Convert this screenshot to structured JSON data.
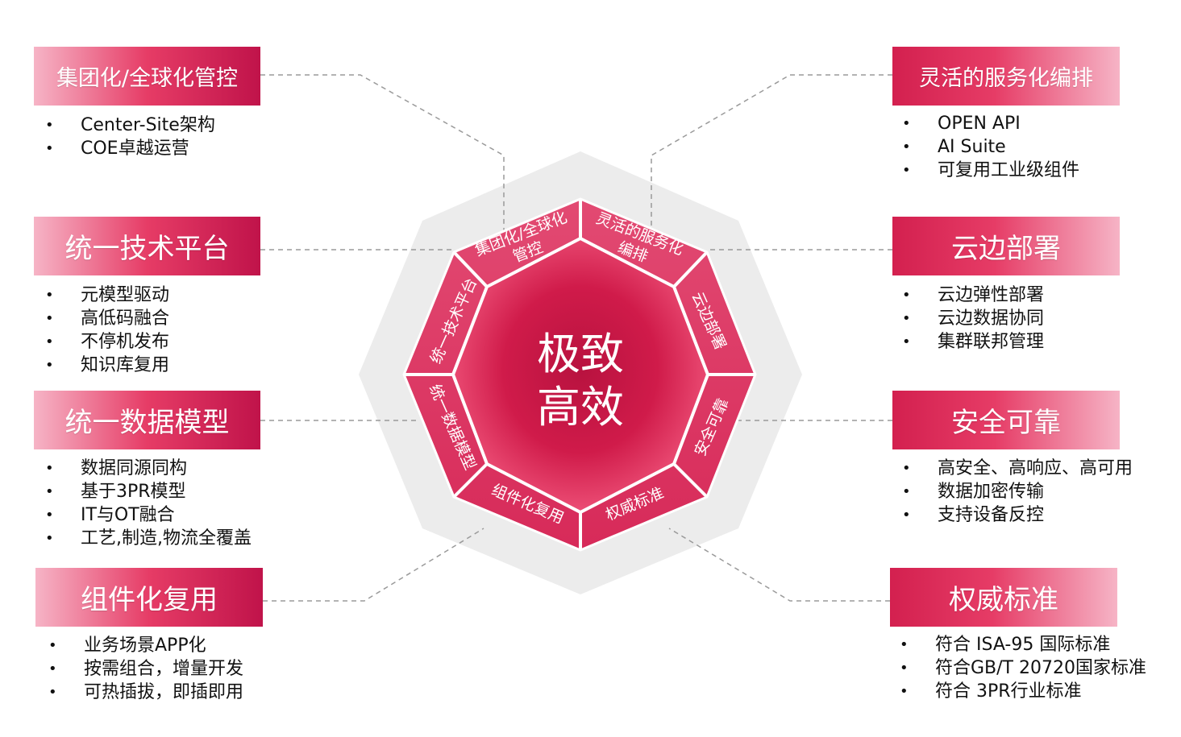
{
  "center": {
    "line1": "极致",
    "line2": "高效"
  },
  "ring_labels": {
    "top_left": [
      "集团化/全球化",
      "管控"
    ],
    "top_right": [
      "灵活的服务化",
      "编排"
    ],
    "right_upper": "云边部署",
    "right_lower": "安全可靠",
    "bottom_right": "权威标准",
    "bottom_left": "组件化复用",
    "left_lower": "统一数据模型",
    "left_upper": "统一技术平台"
  },
  "left_boxes": [
    {
      "title": "集团化/全球化管控",
      "items": [
        "Center-Site架构",
        "COE卓越运营"
      ]
    },
    {
      "title": "统一技术平台",
      "items": [
        "元模型驱动",
        "高低码融合",
        "不停机发布",
        "知识库复用"
      ]
    },
    {
      "title": "统一数据模型",
      "items": [
        "数据同源同构",
        "基于3PR模型",
        "IT与OT融合",
        "工艺,制造,物流全覆盖"
      ]
    },
    {
      "title": "组件化复用",
      "items": [
        "业务场景APP化",
        "按需组合，增量开发",
        "可热插拔，即插即用"
      ]
    }
  ],
  "right_boxes": [
    {
      "title": "灵活的服务化编排",
      "items": [
        "OPEN API",
        "AI Suite",
        "可复用工业级组件"
      ]
    },
    {
      "title": "云边部署",
      "items": [
        "云边弹性部署",
        "云边数据协同",
        "集群联邦管理"
      ]
    },
    {
      "title": "安全可靠",
      "items": [
        "高安全、高响应、高可用",
        "数据加密传输",
        "支持设备反控"
      ]
    },
    {
      "title": "权威标准",
      "items": [
        "符合 ISA-95 国际标准",
        "符合GB/T 20720国家标准",
        "符合 3PR行业标准"
      ]
    }
  ],
  "colors": {
    "accent": "#d4154a",
    "outer_ring": "#e57392",
    "grey_octagon": "#ececec",
    "connector": "#9a9a9a",
    "text": "#111111"
  }
}
